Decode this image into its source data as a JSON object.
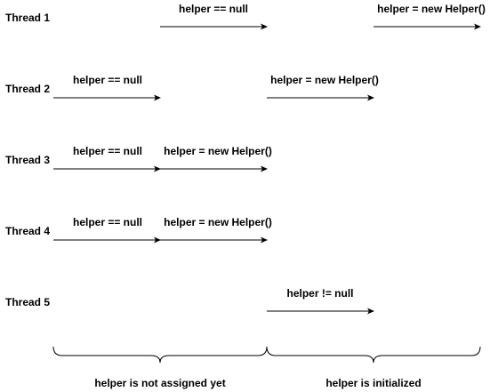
{
  "threads": [
    {
      "label": "Thread 1",
      "steps": [
        {
          "text": "helper == null"
        },
        {
          "text": "helper = new Helper()"
        }
      ]
    },
    {
      "label": "Thread 2",
      "steps": [
        {
          "text": "helper == null"
        },
        {
          "text": "helper = new Helper()"
        }
      ]
    },
    {
      "label": "Thread 3",
      "steps": [
        {
          "text": "helper == null"
        },
        {
          "text": "helper = new Helper()"
        }
      ]
    },
    {
      "label": "Thread 4",
      "steps": [
        {
          "text": "helper == null"
        },
        {
          "text": "helper = new Helper()"
        }
      ]
    },
    {
      "label": "Thread 5",
      "steps": [
        {
          "text": "helper != null"
        }
      ]
    }
  ],
  "phases": [
    {
      "label": "helper is not assigned yet"
    },
    {
      "label": "helper is initialized"
    }
  ],
  "colors": {
    "line": "#000000",
    "text": "#000000",
    "background": "#ffffff"
  }
}
